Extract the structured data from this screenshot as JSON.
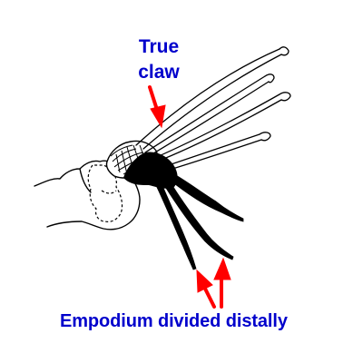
{
  "labels": {
    "true_claw_line1": "True",
    "true_claw_line2": "claw",
    "empodium": "Empodium divided distally"
  },
  "colors": {
    "label_text": "#0000cc",
    "arrow": "#ff0000",
    "line_art": "#000000",
    "background": "#ffffff"
  }
}
